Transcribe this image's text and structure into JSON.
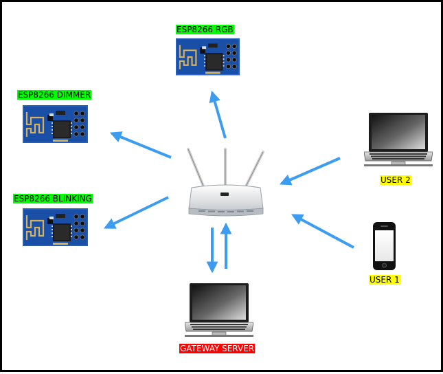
{
  "nodes": {
    "esp_rgb": {
      "label": "ESP8266 RGB"
    },
    "esp_dimmer": {
      "label": "ESP8266 DIMMER"
    },
    "esp_blinking": {
      "label": "ESP8266 BLINKING"
    },
    "user2": {
      "label": "USER 2"
    },
    "user1": {
      "label": "USER 1"
    },
    "gateway": {
      "label": "GATEWAY SERVER"
    }
  },
  "colors": {
    "arrow": "#3b9cf2",
    "module_label_bg": "#00ff00",
    "user_label_bg": "#ffff00",
    "server_label_bg": "#ff0000",
    "board_blue": "#1a4fa8"
  }
}
